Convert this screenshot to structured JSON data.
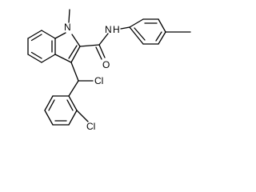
{
  "molecule": {
    "atoms": {
      "n_indole": "N",
      "n_amide": "N",
      "h_amide": "H",
      "o_amide": "O",
      "cl_side": "Cl",
      "cl_ring": "Cl"
    },
    "colors": {
      "bond": "#000000",
      "text": "#000000",
      "background": "#ffffff"
    }
  }
}
